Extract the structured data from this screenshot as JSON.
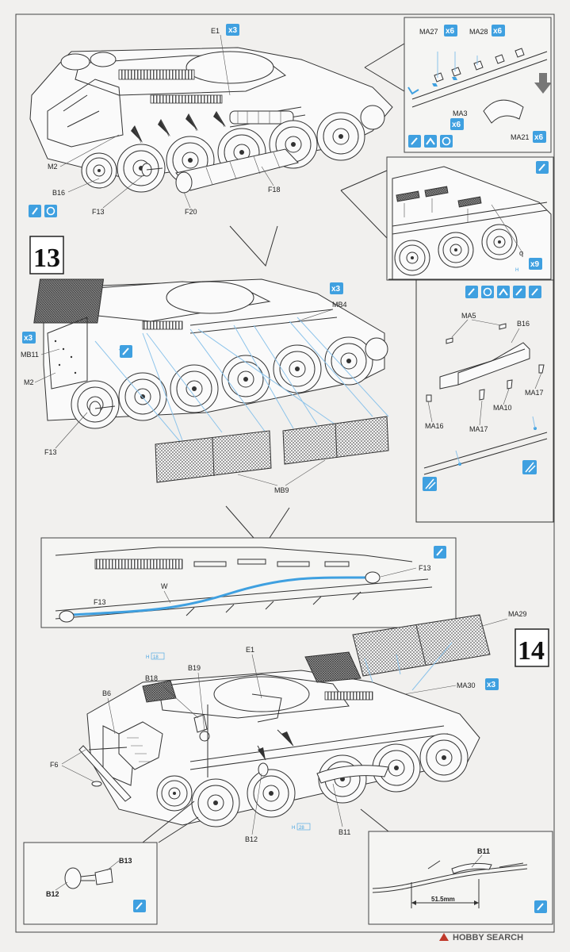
{
  "steps": {
    "step13": "13",
    "step14": "14"
  },
  "labels": {
    "E1": "E1",
    "M2": "M2",
    "B16": "B16",
    "F13": "F13",
    "F20": "F20",
    "F18": "F18",
    "MA27": "MA27",
    "MA28": "MA28",
    "MA3": "MA3",
    "MA21": "MA21",
    "q": "q",
    "MB4": "MB4",
    "MB11": "MB11",
    "MB9": "MB9",
    "MA5": "MA5",
    "MA16": "MA16",
    "MA17": "MA17",
    "MA10": "MA10",
    "W": "W",
    "MA29": "MA29",
    "MA30": "MA30",
    "B19": "B19",
    "B18": "B18",
    "B6": "B6",
    "F6": "F6",
    "B12": "B12",
    "B11": "B11",
    "B13": "B13",
    "dimension": "51.5mm",
    "H": "H",
    "refnum": "18",
    "refnum2": "28"
  },
  "quantities": {
    "x3": "x3",
    "x6": "x6",
    "x9": "x9"
  },
  "watermark": {
    "brand": "HOBBY SEARCH"
  },
  "colors": {
    "accent": "#3fa0e0",
    "guide": "#8cc3ea",
    "line": "#333333",
    "background": "#f1f0ee"
  },
  "icons": {
    "glue": "cement-bottle-icon",
    "pe": "photo-etch-icon",
    "cut": "cut-icon",
    "drill": "drill-icon",
    "bend": "bend-icon"
  }
}
